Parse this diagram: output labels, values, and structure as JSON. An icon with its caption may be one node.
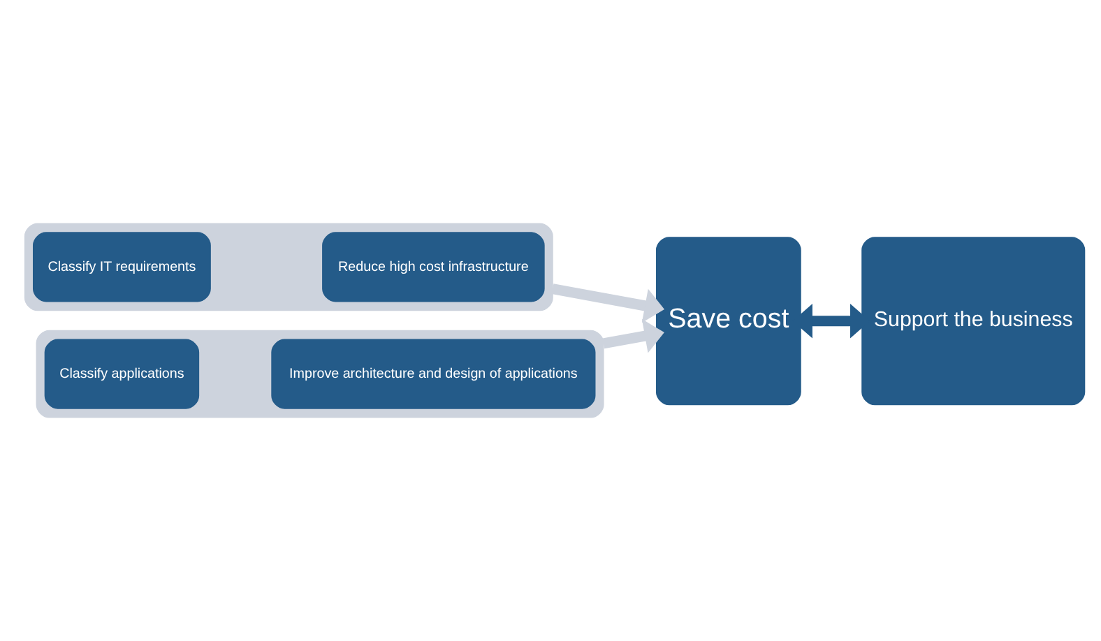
{
  "diagram": {
    "nodes": [
      {
        "text": [],
        "shape": "arrow"
      },
      {
        "text": [
          "Classify IT requirements"
        ],
        "in": 0
      },
      {
        "text": [
          "Reduce high cost infrastructure"
        ],
        "in": 0
      },
      {
        "text": [],
        "shape": "arrow"
      },
      {
        "text": [
          "Classify applications"
        ],
        "in": 3
      },
      {
        "text": [
          "Improve architecture and design of applications"
        ],
        "in": 3
      },
      {
        "text": [
          "Save cost"
        ]
      },
      {
        "text": [
          "Support the business"
        ]
      }
    ],
    "edges": [
      {
        "from": 0,
        "to": 6,
        "arrow": "to"
      },
      {
        "from": 3,
        "to": 6,
        "arrow": "to"
      },
      {
        "from": 6,
        "to": 7,
        "arrow": "both",
        "color": "#245b89"
      }
    ]
  }
}
